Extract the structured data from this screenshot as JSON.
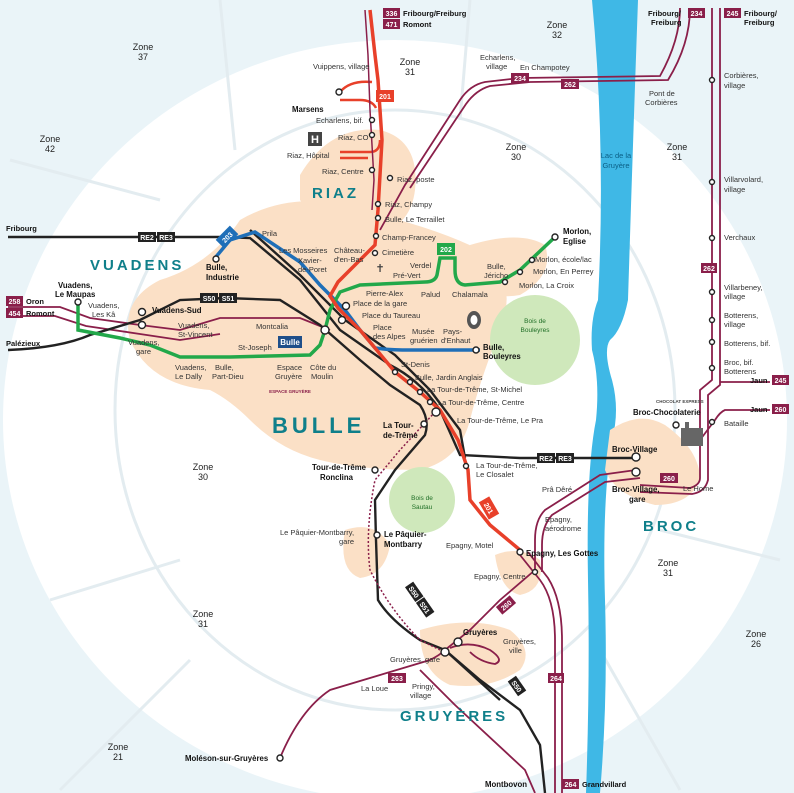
{
  "title": "",
  "colors": {
    "water": "#3fb8e6",
    "zone_fill": "#fbe0c6",
    "wood": "#cfe8bb",
    "line_201": "#e8402a",
    "line_202": "#22a84a",
    "line_203": "#1f6fb8",
    "regional": "#8a1f4a",
    "rail": "#222222",
    "lake_label": "#0b5f86",
    "area_label": "#0f7f8a"
  },
  "areas": {
    "riaz": "RIAZ",
    "vuadens": "VUADENS",
    "bulle": "BULLE",
    "broc": "BROC",
    "gruyeres": "GRUYÈRES"
  },
  "zones": {
    "z37": {
      "name": "Zone",
      "num": "37"
    },
    "z31_top": {
      "name": "Zone",
      "num": "31"
    },
    "z32": {
      "name": "Zone",
      "num": "32"
    },
    "z42": {
      "name": "Zone",
      "num": "42"
    },
    "z30_top": {
      "name": "Zone",
      "num": "30"
    },
    "z31_right": {
      "name": "Zone",
      "num": "31"
    },
    "z30_left": {
      "name": "Zone",
      "num": "30"
    },
    "z31_mid": {
      "name": "Zone",
      "num": "31"
    },
    "z31_bl": {
      "name": "Zone",
      "num": "31"
    },
    "z26": {
      "name": "Zone",
      "num": "26"
    },
    "z21": {
      "name": "Zone",
      "num": "21"
    }
  },
  "lake": {
    "line1": "Lac de la",
    "line2": "Gruyère"
  },
  "woods": {
    "bouleyres": {
      "line1": "Bois de",
      "line2": "Bouleyres"
    },
    "sautau": {
      "line1": "Bois de",
      "line2": "Sautau"
    }
  },
  "lines": {
    "l201": "201",
    "l202": "202",
    "l203": "203",
    "re2": "RE2",
    "re3": "RE3",
    "s50": "S50",
    "s51": "S51",
    "r234": "234",
    "r262": "262",
    "r245": "245",
    "r260": "260",
    "r263": "263",
    "r264": "264",
    "r258": "258",
    "r454": "454",
    "r336": "336",
    "r471": "471"
  },
  "terminals": {
    "fribourg_freiburg_top": "Fribourg/Freiburg",
    "romont_top": "Romont",
    "fribourg_234_a": "Fribourg/",
    "fribourg_234_b": "Freiburg",
    "fribourg_245_a": "Fribourg/",
    "fribourg_245_b": "Freiburg",
    "fribourg_left": "Fribourg",
    "oron": "Oron",
    "romont_left": "Romont",
    "palezieux": "Palézieux",
    "jaun_245": "Jaun",
    "jaun_260": "Jaun",
    "grandvillard": "Grandvillard"
  },
  "stations": {
    "vuippens": "Vuippens, village",
    "marsens": "Marsens",
    "echarlens_bif": "Echarlens, bif.",
    "riaz_co": "Riaz, CO",
    "riaz_hopital": "Riaz, Hôpital",
    "riaz_centre": "Riaz, Centre",
    "riaz_poste": "Riaz, poste",
    "riaz_champy": "Riaz, Champy",
    "bulle_terraillet": "Bulle, Le Terraillet",
    "champ_francey": "Champ-Francey",
    "cimetiere": "Cimetière",
    "verdel": "Verdel",
    "pre_vert": "Pré-Vert",
    "pierre_alex": "Pierre-Alex",
    "palud": "Palud",
    "chalamala": "Chalamala",
    "echarlens_village_a": "Echarlens,",
    "echarlens_village_b": "village",
    "en_champotey": "En Champotey",
    "pont_corbieres_a": "Pont de",
    "pont_corbieres_b": "Corbières",
    "corbieres_a": "Corbières,",
    "corbieres_b": "village",
    "villarvolard_a": "Villarvolard,",
    "villarvolard_b": "village",
    "verchaux": "Verchaux",
    "villarbeney_a": "Villarbeney,",
    "villarbeney_b": "village",
    "botterens_a": "Botterens,",
    "botterens_b": "village",
    "botterens_bif": "Botterens, bif.",
    "broc_bif_a": "Broc, bif.",
    "broc_bif_b": "Botterens",
    "broc_chocolaterie": "Broc-Chocolaterie",
    "chocolat_brand": "CHOCOLAT EXPRESS",
    "bataille": "Bataille",
    "broc_village": "Broc-Village",
    "broc_village_gare_a": "Broc-Village,",
    "broc_village_gare_b": "gare",
    "le_home": "Le Home",
    "pra_dere": "Prâ Dêré",
    "epagny_aero_a": "Epagny,",
    "epagny_aero_b": "aérodrome",
    "epagny_gottes": "Epagny, Les Gottes",
    "epagny_motel": "Epagny, Motel",
    "epagny_centre": "Epagny, Centre",
    "morlon_eglise_a": "Morlon,",
    "morlon_eglise_b": "Eglise",
    "morlon_ecole": "Morlon, école/lac",
    "morlon_perrey": "Morlon, En Perrey",
    "morlon_croix": "Morlon, La Croix",
    "bulle_jericho_a": "Bulle,",
    "bulle_jericho_b": "Jéricho",
    "prila": "Prila",
    "les_mosseires": "Les Mosseires",
    "xavier_poret_a": "Xavier-",
    "xavier_poret_b": "de-Poret",
    "chateau_bas_a": "Château-",
    "chateau_bas_b": "d'en-Bas",
    "bulle_industrie_a": "Bulle,",
    "bulle_industrie_b": "Industrie",
    "place_gare": "Place de la gare",
    "place_taureau": "Place du Taureau",
    "place_alpes_a": "Place",
    "place_alpes_b": "des Alpes",
    "musee_a": "Musée",
    "musee_b": "gruérien",
    "pays_enhaut_a": "Pays-",
    "pays_enhaut_b": "d'Enhaut",
    "bulle_bouleyres_a": "Bulle,",
    "bulle_bouleyres_b": "Bouleyres",
    "vuadens_maupas_a": "Vuadens,",
    "vuadens_maupas_b": "Le Maupas",
    "vuadens_ka_a": "Vuadens,",
    "vuadens_ka_b": "Les Kâ",
    "vuadens_sud": "Vuadens-Sud",
    "vuadens_stvincent_a": "Vuadens,",
    "vuadens_stvincent_b": "St-Vincent",
    "vuadens_gare_a": "Vuadens,",
    "vuadens_gare_b": "gare",
    "vuadens_dally_a": "Vuadens,",
    "vuadens_dally_b": "Le Dally",
    "bulle_partdieu_a": "Bulle,",
    "bulle_partdieu_b": "Part-Dieu",
    "espace_gruyere_a": "Espace",
    "espace_gruyere_b": "Gruyère",
    "espace_brand": "ESPACE GRUYÈRE",
    "cote_moulin_a": "Côte du",
    "cote_moulin_b": "Moulin",
    "montcalia": "Montcalia",
    "st_joseph": "St-Joseph",
    "bulle": "Bulle",
    "st_denis": "St-Denis",
    "jardin_anglais": "Bulle, Jardin Anglais",
    "ttr_stmichel": "La Tour-de-Trême, St-Michel",
    "ttr_centre": "La Tour-de-Trême, Centre",
    "ttr_pra": "La Tour-de-Trême, Le Pra",
    "ttr_a": "La Tour-",
    "ttr_b": "de-Trême",
    "ttr_closalet_a": "La Tour-de-Trême,",
    "ttr_closalet_b": "Le Closalet",
    "ttr_ronclina_a": "Tour-de-Trême",
    "ttr_ronclina_b": "Ronclina",
    "paquier_gare_a": "Le Pâquier-Montbarry,",
    "paquier_gare_b": "gare",
    "paquier_a": "Le Pâquier-",
    "paquier_b": "Montbarry",
    "gruyeres": "Gruyères",
    "gruyeres_ville_a": "Gruyères,",
    "gruyeres_ville_b": "ville",
    "gruyeres_gare": "Gruyères, gare",
    "pringy_a": "Pringy,",
    "pringy_b": "village",
    "la_loue": "La Loue",
    "moleson": "Moléson-sur-Gruyères",
    "montbovon": "Montbovon"
  },
  "icons": {
    "hospital": "hospital-icon",
    "hospital_letter": "H",
    "cemetery": "cemetery-cross-icon",
    "cemetery_glyph": "✝",
    "museum": "museum-icon",
    "factory": "factory-icon"
  }
}
